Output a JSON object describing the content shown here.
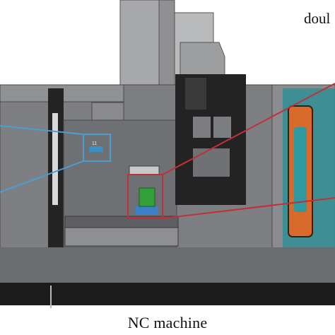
{
  "caption": "NC machine",
  "corner_label": "doul",
  "sensor_marker": "11",
  "colors": {
    "machine_body": "#7b7d80",
    "dark_frame": "#262626",
    "base": "#1c1c1c",
    "column": "#a9aaac",
    "door_orange": "#d86a2c",
    "door_teal": "#2f8f94",
    "sensor_box": "#3a8fc4",
    "workpiece": "#34a03a",
    "callout_red": "#c0303a",
    "callout_blue": "#4a9fd0"
  }
}
